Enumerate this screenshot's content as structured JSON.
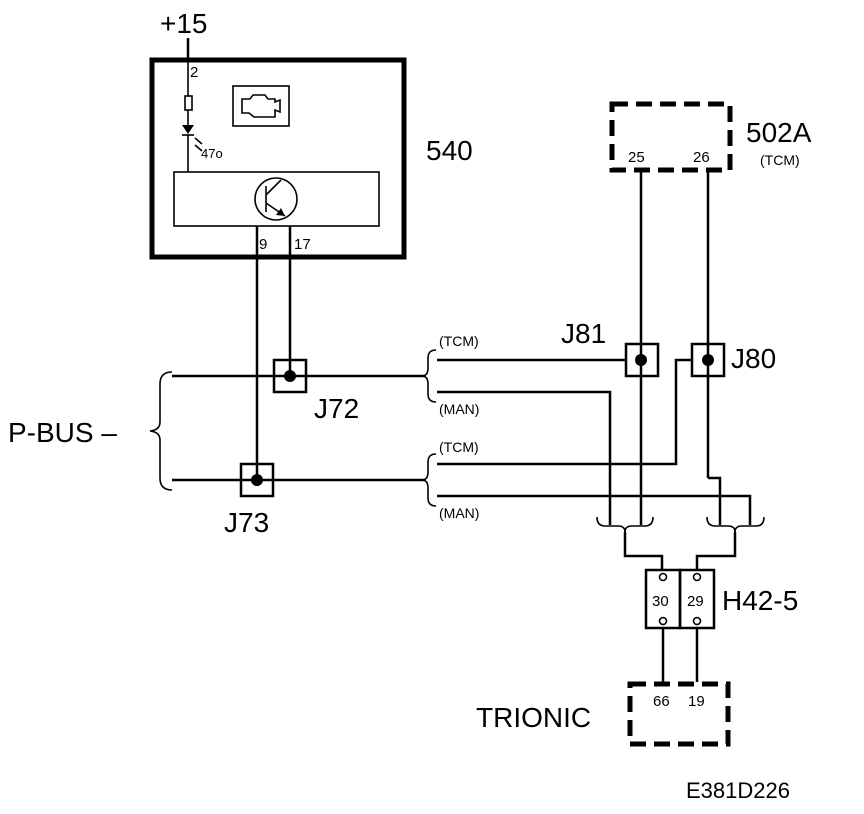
{
  "supply": {
    "label": "+15"
  },
  "module_540": {
    "id": "540",
    "pins": {
      "supply": "2",
      "bus_a": "9",
      "bus_b": "17"
    },
    "resistor_label": "47o",
    "engine_icon": "engine-warning-icon",
    "transistor_icon": "transistor-icon"
  },
  "tcm": {
    "id": "502A",
    "sub": "(TCM)",
    "pins": [
      "25",
      "26"
    ]
  },
  "pbus": {
    "label": "P-BUS –"
  },
  "junctions": {
    "j72": "J72",
    "j73": "J73",
    "j80": "J80",
    "j81": "J81"
  },
  "variants": {
    "tcm": "(TCM)",
    "man": "(MAN)"
  },
  "connector_h42": {
    "id": "H42-5",
    "pins": [
      "30",
      "29"
    ]
  },
  "trionic": {
    "label": "TRIONIC",
    "pins": [
      "66",
      "19"
    ]
  },
  "figure_code": "E381D226"
}
